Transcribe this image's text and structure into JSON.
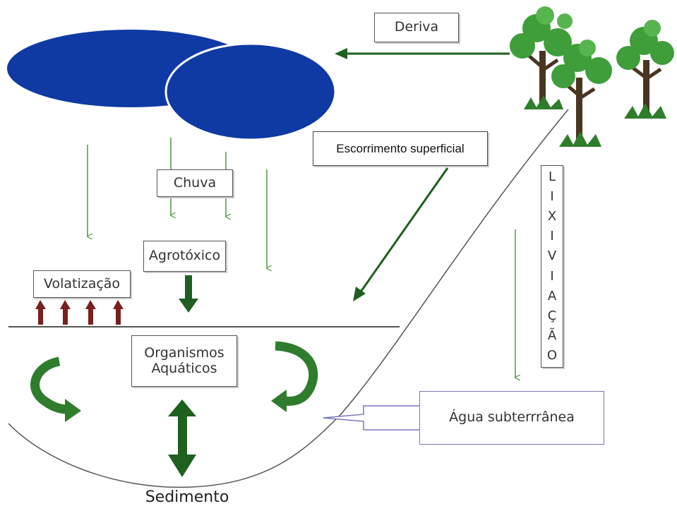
{
  "labels": {
    "deriva": "Deriva",
    "escorrimento": "Escorrimento superficial",
    "chuva": "Chuva",
    "agrotoxico": "Agrotóxico",
    "volatizacao": "Volatização",
    "organismos": [
      "Organismos",
      "Aquáticos"
    ],
    "lixiviacao": [
      "L",
      "I",
      "X",
      "I",
      "V",
      "I",
      "A",
      "Ç",
      "Ã",
      "O"
    ],
    "agua": "Água subterrrânea",
    "sedimento": "Sedimento"
  },
  "colors": {
    "cloud": "#0f3aa3",
    "thin_arrow": "#4e9a3e",
    "dark_green": "#1f5f1f",
    "curve_arrow": "#2f7d2c",
    "volat_arrow": "#7a1f1f",
    "foliage": "#3f9d3a",
    "trunk": "#4a3522"
  }
}
